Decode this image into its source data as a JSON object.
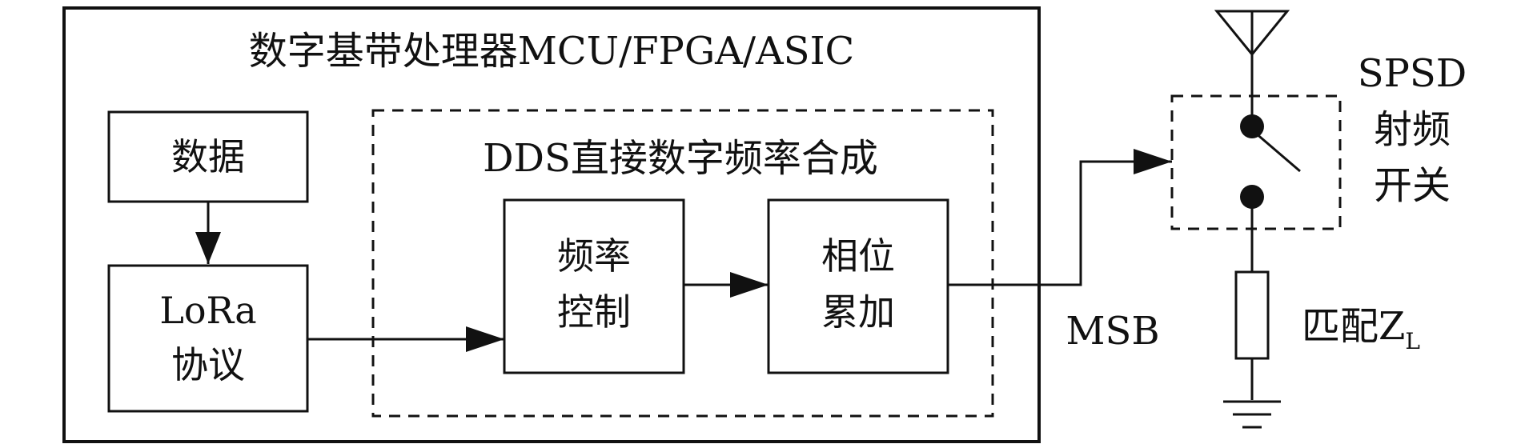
{
  "processor": {
    "title": "数字基带处理器MCU/FPGA/ASIC"
  },
  "data_block": {
    "label": "数据"
  },
  "lora_block": {
    "line1": "LoRa",
    "line2": "协议"
  },
  "dds": {
    "title": "DDS直接数字频率合成"
  },
  "freq_block": {
    "line1": "频率",
    "line2": "控制"
  },
  "phase_block": {
    "line1": "相位",
    "line2": "累加"
  },
  "msb_label": "MSB",
  "switch_label": {
    "line1": "SPSD",
    "line2": "射频",
    "line3": "开关"
  },
  "load_label": {
    "text": "匹配Z",
    "subscript": "L"
  }
}
